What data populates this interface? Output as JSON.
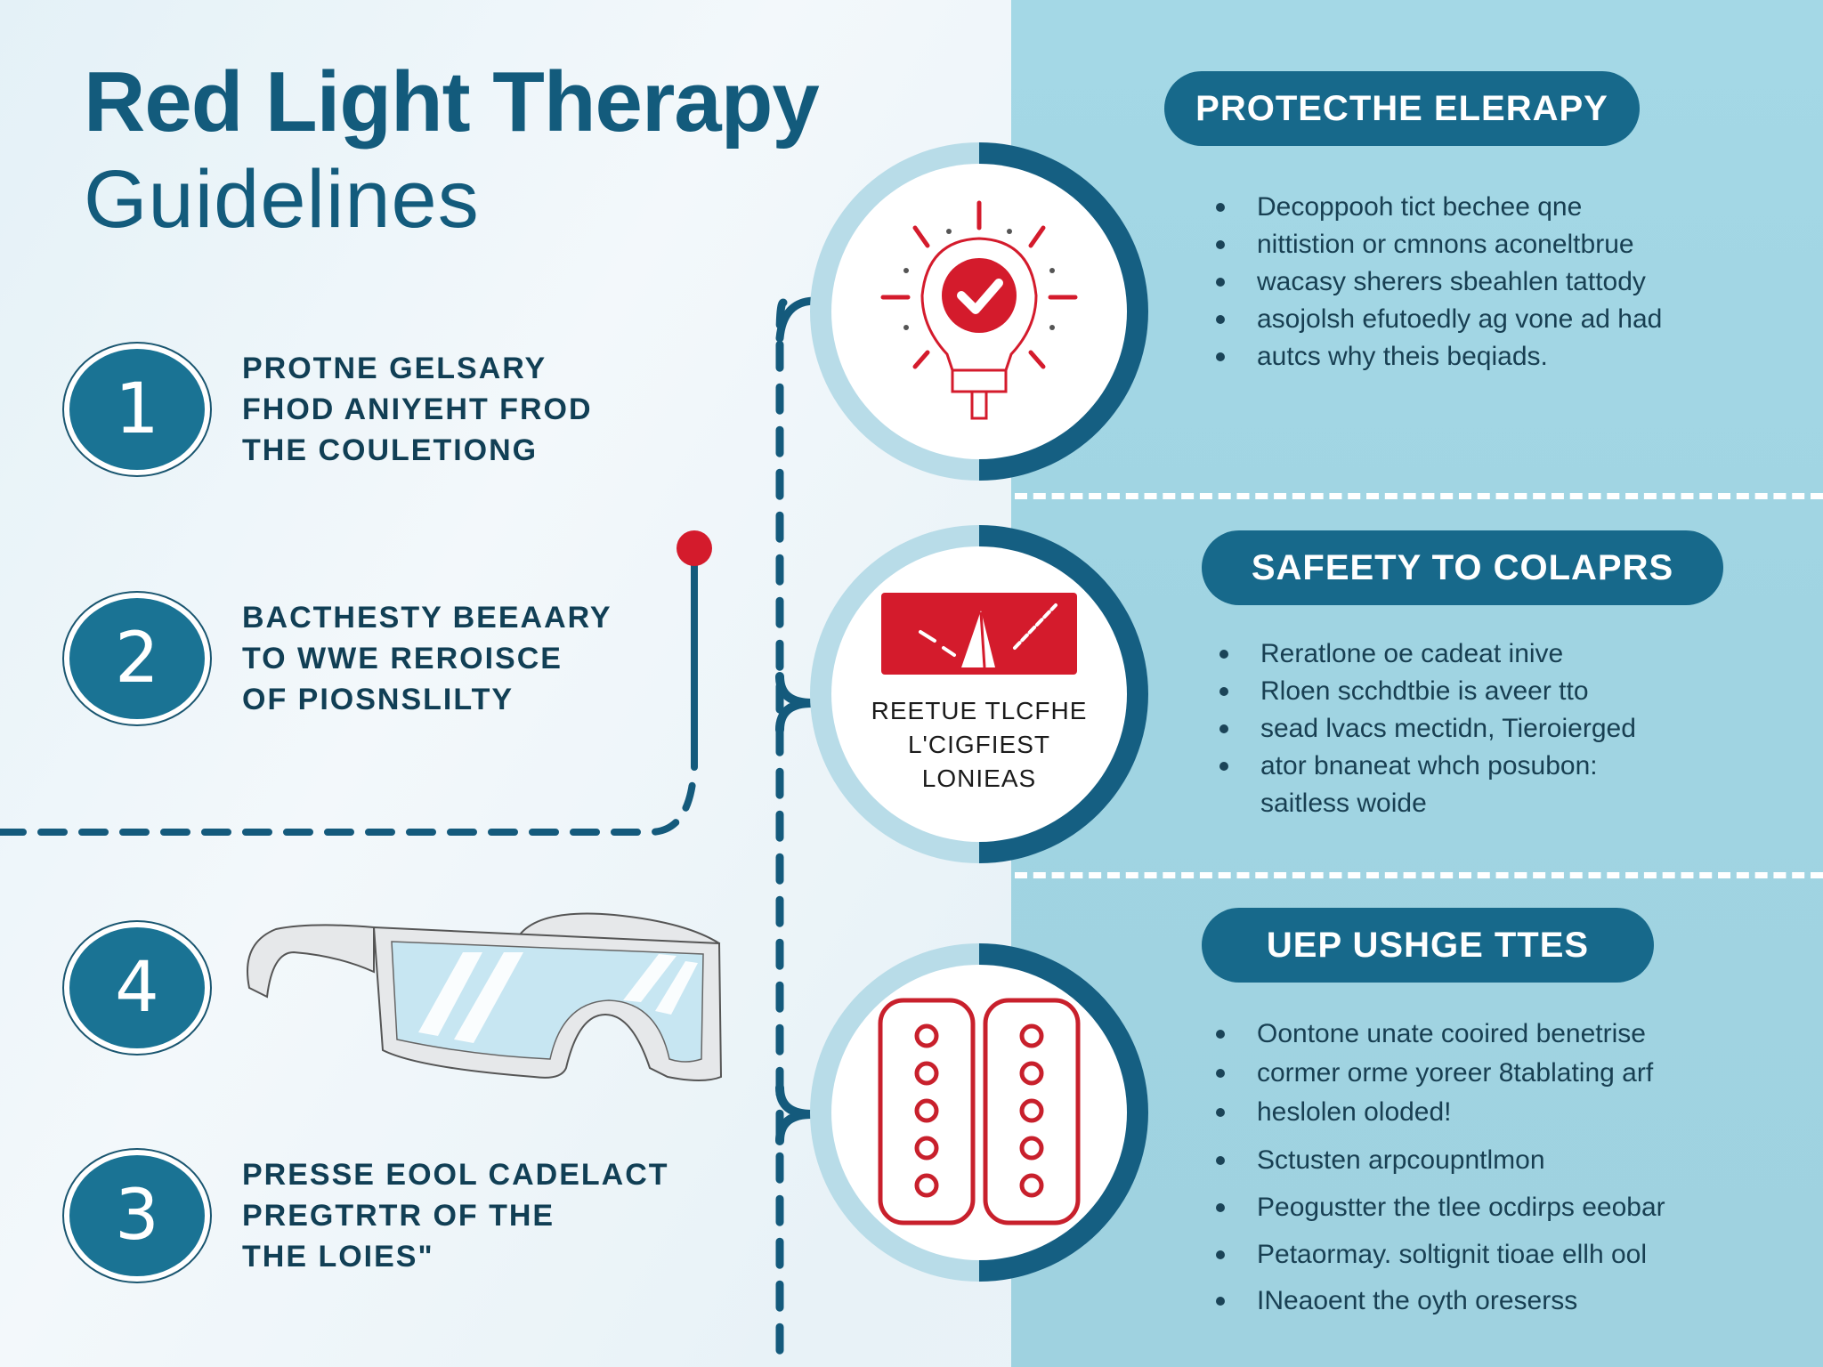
{
  "colors": {
    "primary": "#17698b",
    "dark_blue": "#135b7c",
    "accent_red": "#d41b2c",
    "right_panel": "#a4d8e6",
    "background": "#eef6fa"
  },
  "header": {
    "title": "Red Light Therapy",
    "subtitle": "Guidelines"
  },
  "steps": [
    {
      "number": "1",
      "lines": [
        "PROTNE GELSARY",
        "FHOD ANIYEHT FROD",
        "THE COULETIONG"
      ]
    },
    {
      "number": "2",
      "lines": [
        "BACTHESTY BEEAARY",
        "TO WWE REROISCE",
        "OF PIOSNSLILTY"
      ]
    },
    {
      "number": "4",
      "illustration": "safety-goggles"
    },
    {
      "number": "3",
      "lines": [
        "PRESSE EOOL CADELACT",
        "PREGTRTR OF THE",
        "THE LOIES\""
      ]
    }
  ],
  "sections": [
    {
      "icon": "lightbulb-check-icon",
      "title": "PROTECTHE ELERAPY",
      "bullets": [
        "Decoppooh tict bechee qne",
        "nittistion or cmnons aconeltbrue",
        "wacasy sherers sbeahlen tattody",
        "asojolsh efutoedly ag vone ad had",
        "autcs why theis beqiads."
      ]
    },
    {
      "icon": "warning-sign-icon",
      "icon_label": [
        "REETUE TLCFHE",
        "L'CIGFIEST",
        "LONIEAS"
      ],
      "title": "SAFEETY TO COLAPRS",
      "bullets": [
        "Reratlone oe cadeat inive",
        "Rloen scchdtbie is aveer tto",
        "sead lvacs mectidn, Tieroierged",
        "ator bnaneat whch posubon:",
        "saitless woide"
      ]
    },
    {
      "icon": "led-panels-icon",
      "title": "UEP USHGE TTES",
      "bullets": [
        "Oontone unate cooired benetrise",
        "cormer orme yoreer 8tablating arf",
        "heslolen oloded!",
        "Sctusten arpcoupntlmon",
        "Peogustter the tlee ocdirps eeobar",
        "Petaormay. soltignit tioae ellh ool",
        "INeaoent the oyth oreserss"
      ]
    }
  ]
}
